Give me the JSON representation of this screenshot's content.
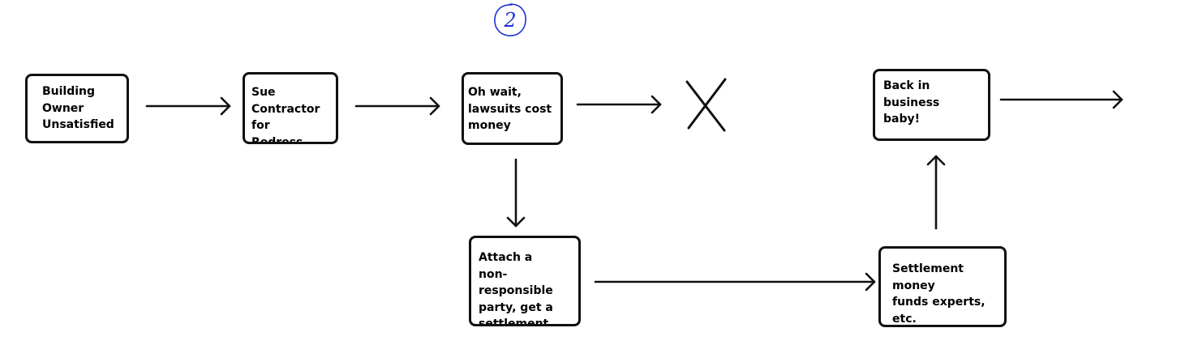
{
  "nodes": {
    "building_owner": "Building\nOwner\nUnsatisfied",
    "sue_contractor": "Sue Contractor\nfor\nRedress",
    "lawsuits_cost": "Oh wait,\nlawsuits cost\nmoney",
    "back_in_business": "Back in business\nbaby!",
    "attach_party": "Attach a\nnon-responsible\nparty, get a\nsettlement",
    "settlement_funds": "Settlement money\nfunds experts, etc."
  },
  "annotation": {
    "circled_number": "2",
    "color": "#1d2fd6"
  },
  "dead_end_mark": "x-mark",
  "colors": {
    "stroke": "#111111",
    "background": "#ffffff"
  }
}
